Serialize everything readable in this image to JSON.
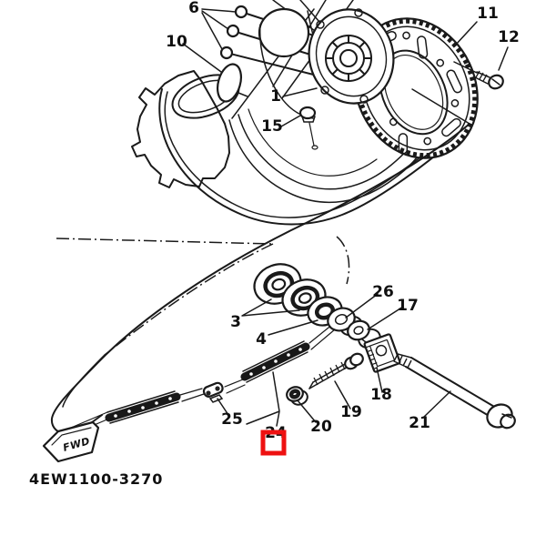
{
  "diagram": {
    "part_code": "4EW1100-3270",
    "direction_label": "FWD",
    "highlighted_part_number": "24",
    "colors": {
      "line": "#1a1a1a",
      "highlight": "#ee1111",
      "background": "#ffffff"
    },
    "parts": [
      {
        "number": "6"
      },
      {
        "number": "10"
      },
      {
        "number": "1"
      },
      {
        "number": "15"
      },
      {
        "number": "11"
      },
      {
        "number": "12"
      },
      {
        "number": "3"
      },
      {
        "number": "4"
      },
      {
        "number": "26"
      },
      {
        "number": "17"
      },
      {
        "number": "18"
      },
      {
        "number": "19"
      },
      {
        "number": "20"
      },
      {
        "number": "21"
      },
      {
        "number": "25"
      },
      {
        "number": "24"
      }
    ]
  }
}
